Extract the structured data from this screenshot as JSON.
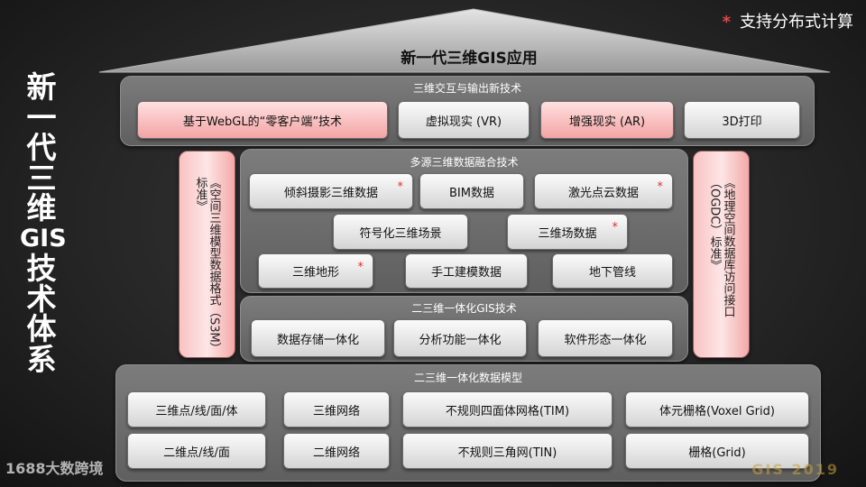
{
  "side_title": [
    "新",
    "一",
    "代",
    "三",
    "维",
    "GIS",
    "技",
    "术",
    "体",
    "系"
  ],
  "note": {
    "star": "*",
    "text": "支持分布式计算"
  },
  "roof_title": "新一代三维GIS应用",
  "interaction": {
    "title": "三维交互与输出新技术",
    "items": [
      {
        "label": "基于WebGL的“零客户端”技术"
      },
      {
        "label": "虚拟现实 (VR)"
      },
      {
        "label": "增强现实 (AR)"
      },
      {
        "label": "3D打印"
      }
    ]
  },
  "left_standard": "《空间三维模型数据格式（S3M）标准》",
  "right_standard": "《地理空间数据库访问接口（OGDC）标准》",
  "fusion": {
    "title": "多源三维数据融合技术",
    "items": [
      {
        "label": "倾斜摄影三维数据",
        "star": "*"
      },
      {
        "label": "BIM数据"
      },
      {
        "label": "激光点云数据",
        "star": "*"
      },
      {
        "label": "符号化三维场景"
      },
      {
        "label": "三维场数据",
        "star": "*"
      },
      {
        "label": "三维地形",
        "star": "*"
      },
      {
        "label": "手工建模数据"
      },
      {
        "label": "地下管线"
      }
    ]
  },
  "gis_tech": {
    "title": "二三维一体化GIS技术",
    "items": [
      {
        "label": "数据存储一体化"
      },
      {
        "label": "分析功能一体化"
      },
      {
        "label": "软件形态一体化"
      }
    ]
  },
  "data_model": {
    "title": "二三维一体化数据模型",
    "items": [
      {
        "label": "三维点/线/面/体"
      },
      {
        "label": "三维网络"
      },
      {
        "label": "不规则四面体网格(TIM)"
      },
      {
        "label": "体元栅格(Voxel Grid)"
      },
      {
        "label": "二维点/线/面"
      },
      {
        "label": "二维网络"
      },
      {
        "label": "不规则三角网(TIN)"
      },
      {
        "label": "栅格(Grid)"
      }
    ]
  },
  "watermark_left": "1688大数跨境",
  "watermark_right": "GIS 2019",
  "colors": {
    "background": "#262626",
    "panel": "#6e6e6e",
    "box": "#e8e8e8",
    "highlight": "#f3a4a4",
    "star": "#e03030"
  }
}
